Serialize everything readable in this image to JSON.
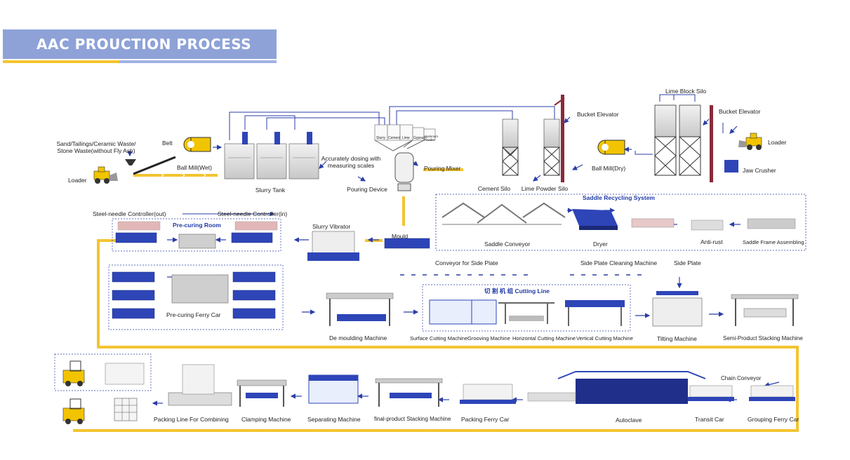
{
  "title": "AAC  PROUCTION PROCESS",
  "labels": {
    "sand": "Sand/Tailings/Ceramic Waste/\nStone Waste(without Fly Ash)",
    "belt": "Belt",
    "loader_left": "Loader",
    "ball_mill_wet": "Ball  Mill(Wet)",
    "slurry_tank": "Slurry Tank",
    "dosing": "Accurately dosing with\nmeasuring scales",
    "pouring_device": "Pouring Device",
    "pouring_mixer": "Pouring  Mixer",
    "cement_silo": "Cement Silo",
    "lime_powder_silo": "Lime Powder Silo",
    "bucket_elevator_1": "Bucket  Elevator",
    "ball_mill_dry": "Ball  Mill(Dry)",
    "lime_block_silo": "Lime Block Silo",
    "bucket_elevator_2": "Bucket  Elevator",
    "loader_right": "Loader",
    "jaw_crusher": "Jaw  Crusher",
    "scale_1": "Slurry",
    "scale_2": "Cement",
    "scale_3": "Lime",
    "scale_4": "Gypsum",
    "scale_5": "Aluminum\nPowder",
    "steel_out": "Steel-needle Controller(out)",
    "steel_in": "Steel-needle Controller(in)",
    "pre_curing_room": "Pre-curing  Room",
    "slurry_vibrator": "Slurry Vibrator",
    "mould": "Mould",
    "saddle_system": "Saddle  Recycling  System",
    "saddle_conveyor": "Saddle Conveyor",
    "dryer": "Dryer",
    "anti_rust": "Anti-rust",
    "saddle_frame": "Saddle Frame Assembling",
    "pre_curing_ferry": "Pre-curing Ferry Car",
    "conveyor_side_plate": "Conveyor for Side Plate",
    "side_plate_cleaning": "Side Plate Cleaning Machine",
    "side_plate": "Side Plate",
    "cutting_line": "切  割  机  组   Cutting  Line",
    "demoulding": "De moulding Machine",
    "surface_cutting": "Surface Cutting Machine",
    "grooving": "Grooving Machine",
    "horizontal_cutting": "Horizontal Cutting Machine",
    "vertical_cutting": "Vertical Cutting Machine",
    "tilting": "Tilting Machine",
    "semi_stacking": "Semi-Product Stacking Machine",
    "packing_line": "Packing Line For Combining",
    "clamping": "Clamping Machine",
    "separating": "Separating Machine",
    "final_stacking": "final-product Stacking Machine",
    "packing_ferry": "Packing Ferry Car",
    "autoclave": "Autoclave",
    "chain_conveyor": "Chain Conveyor",
    "transit_car": "Transit Car",
    "grouping_ferry": "Grouping Ferry Car"
  },
  "colors": {
    "header": "#8ea2d8",
    "flow_yellow": "#f4c430",
    "machine_blue": "#2e45b8",
    "pipe_blue": "#2b3ea8",
    "elevator_red": "#8a2a3a",
    "system_blue": "#1f3aa6"
  }
}
